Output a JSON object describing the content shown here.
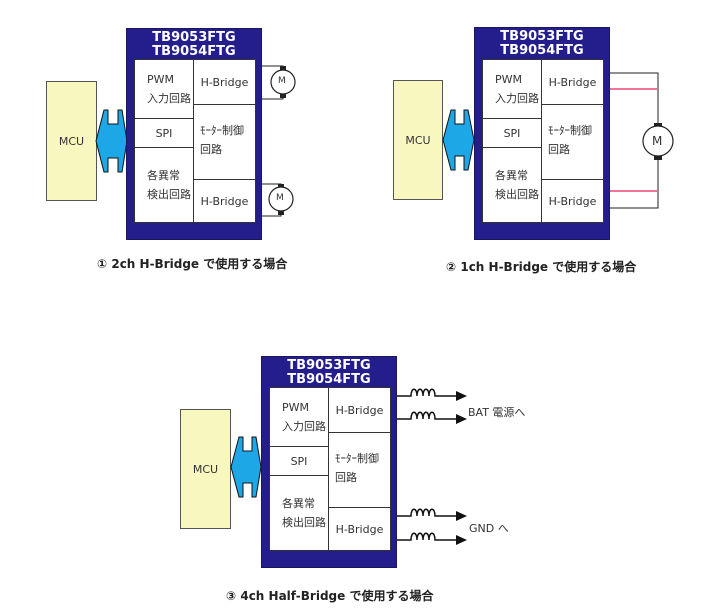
{
  "colors": {
    "chip_fill": "#231e8c",
    "mcu_fill": "#f8f7c0",
    "bus_arrow": "#1ea7e6",
    "highlight_line": "#e8245a"
  },
  "diagrams": [
    {
      "chip": {
        "title_line1": "TB9053FTG",
        "title_line2": "TB9054FTG"
      },
      "mcu_label": "MCU",
      "blocks": {
        "pwm_line1": "PWM",
        "pwm_line2": "入力回路",
        "spi": "SPI",
        "abn_line1": "各異常",
        "abn_line2": "検出回路",
        "hbridge_top": "H-Bridge",
        "motor_line1": "ﾓｰﾀｰ制御",
        "motor_line2": "回路",
        "hbridge_bottom": "H-Bridge"
      },
      "motor_label": "M",
      "caption": "① 2ch  H-Bridge で使用する場合"
    },
    {
      "chip": {
        "title_line1": "TB9053FTG",
        "title_line2": "TB9054FTG"
      },
      "mcu_label": "MCU",
      "blocks": {
        "pwm_line1": "PWM",
        "pwm_line2": "入力回路",
        "spi": "SPI",
        "abn_line1": "各異常",
        "abn_line2": "検出回路",
        "hbridge_top": "H-Bridge",
        "motor_line1": "ﾓｰﾀｰ制御",
        "motor_line2": "回路",
        "hbridge_bottom": "H-Bridge"
      },
      "motor_label": "M",
      "caption": "② 1ch  H-Bridge で使用する場合"
    },
    {
      "chip": {
        "title_line1": "TB9053FTG",
        "title_line2": "TB9054FTG"
      },
      "mcu_label": "MCU",
      "blocks": {
        "pwm_line1": "PWM",
        "pwm_line2": "入力回路",
        "spi": "SPI",
        "abn_line1": "各異常",
        "abn_line2": "検出回路",
        "hbridge_top": "H-Bridge",
        "motor_line1": "ﾓｰﾀｰ制御",
        "motor_line2": "回路",
        "hbridge_bottom": "H-Bridge"
      },
      "output_labels": {
        "bat": "BAT 電源へ",
        "gnd": "GND へ"
      },
      "caption": "③ 4ch  Half-Bridge で使用する場合"
    }
  ]
}
